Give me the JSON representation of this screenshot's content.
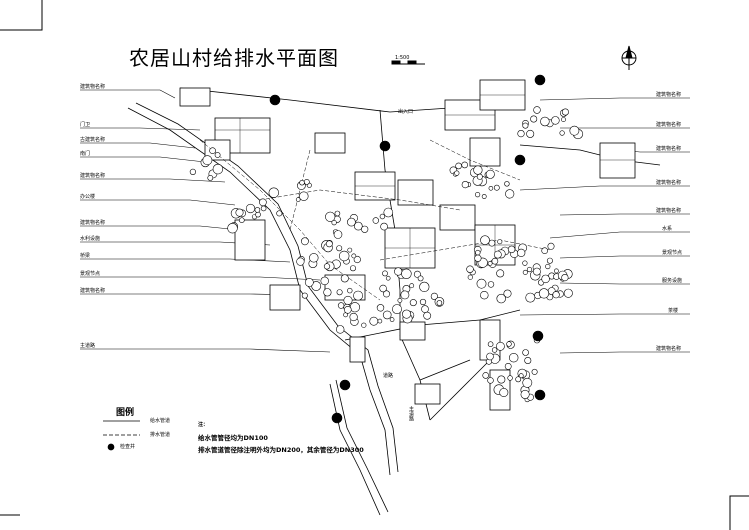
{
  "title": "农居山村给排水平面图",
  "left_labels": [
    "建筑物名称",
    "门卫",
    "古建筑名称",
    "南门",
    "建筑物名称",
    "办公楼",
    "建筑物名称",
    "水利设施",
    "桥梁",
    "景观节点",
    "建筑物名称",
    "主道路"
  ],
  "right_labels": [
    "建筑物名称",
    "建筑物名称",
    "建筑物名称",
    "建筑物名称",
    "建筑物名称",
    "水系",
    "景观节点",
    "服务设施",
    "茶楼",
    "建筑物名称"
  ],
  "road_labels": [
    "主道路",
    "出入口",
    "道路"
  ],
  "scale_label": "1:500",
  "legend": {
    "title": "图例",
    "items": [
      "给水管道",
      "排水管道",
      "检查井"
    ],
    "note_heading": "注：",
    "notes": [
      "给水管管径均为DN100",
      "排水管道管径除注明外均为DN200，其余管径为DN300"
    ]
  }
}
